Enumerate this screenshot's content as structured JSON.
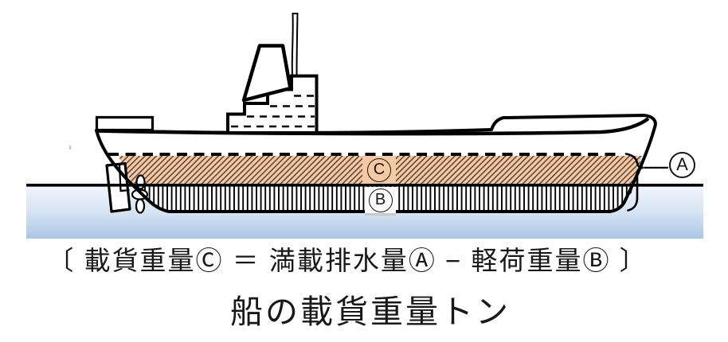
{
  "title": {
    "text": "船の載貨重量トン"
  },
  "caption": {
    "formula": "〔 載貨重量Ⓒ ＝ 満載排水量Ⓐ − 軽荷重量Ⓑ 〕"
  },
  "diagram": {
    "labels": {
      "a": "A",
      "b": "B",
      "c": "C"
    },
    "legend": {
      "a_meaning": "満載排水量",
      "b_meaning": "軽荷重量",
      "c_meaning": "載貨重量"
    },
    "colors": {
      "band_c_fill": "#f5c9a4",
      "band_c_hatch": "#453128",
      "band_b_hatch": "#000000",
      "water_top": "#f1f6fc",
      "water_mid": "#d3e2f2",
      "water_bottom": "#a9c5e5",
      "outline": "#000000"
    }
  }
}
